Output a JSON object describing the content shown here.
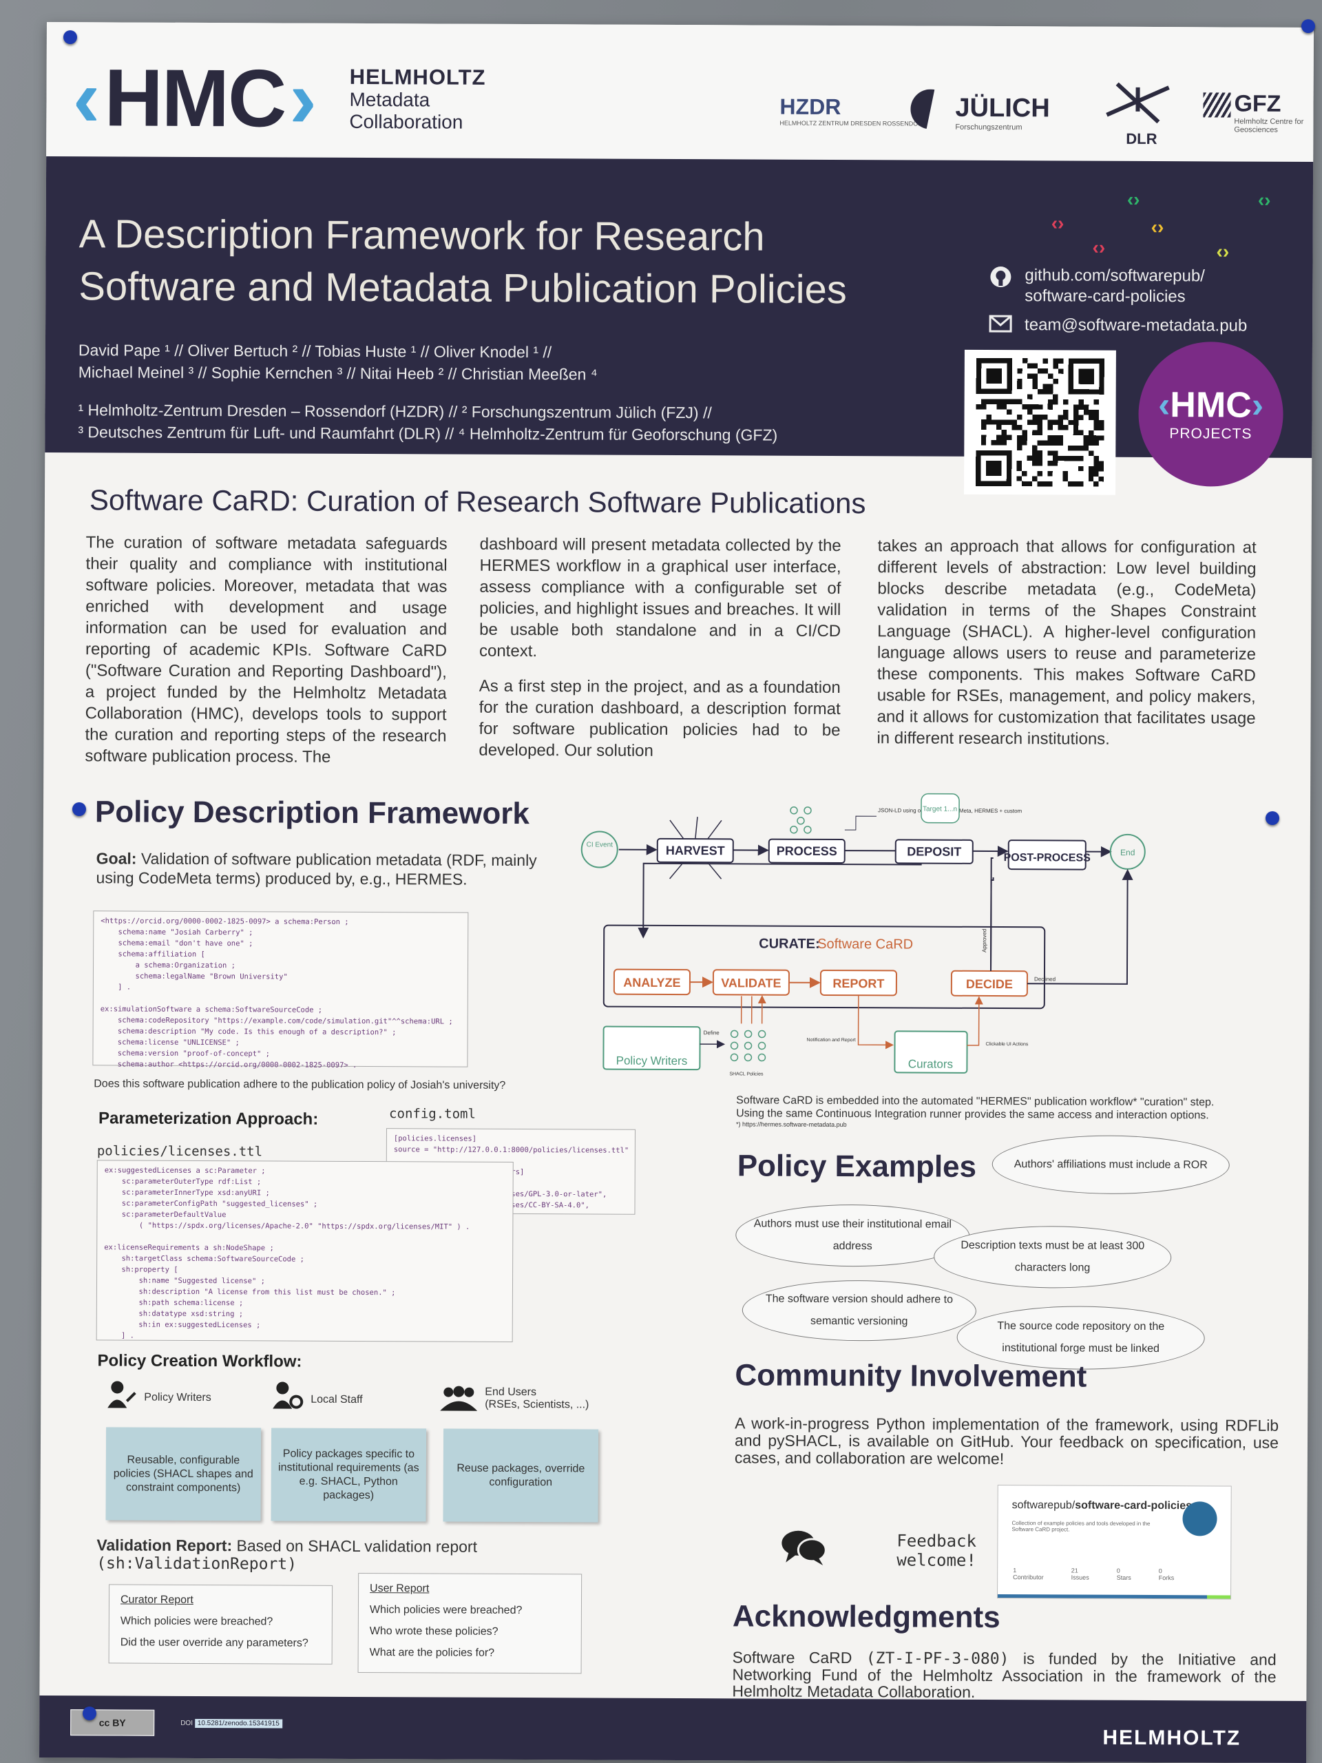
{
  "logo": {
    "hmc_mark": "HMC",
    "org_line1": "HELMHOLTZ",
    "org_line2": "Metadata",
    "org_line3": "Collaboration"
  },
  "partners": [
    {
      "name": "HZDR",
      "sub": "HELMHOLTZ ZENTRUM DRESDEN ROSSENDORF"
    },
    {
      "name": "JÜLICH",
      "sub": "Forschungszentrum"
    },
    {
      "name": "DLR",
      "sub": ""
    },
    {
      "name": "GFZ",
      "sub": "Helmholtz Centre for Geosciences"
    }
  ],
  "title": {
    "line1": "A Description Framework for Research",
    "line2": "Software and Metadata Publication Policies"
  },
  "authors": {
    "line1": "David Pape ¹ // Oliver Bertuch ² // Tobias Huste ¹ // Oliver Knodel ¹ //",
    "line2": "Michael Meinel ³ // Sophie Kernchen ³ // Nitai Heeb ² // Christian Meeßen ⁴"
  },
  "affiliations": {
    "line1": "¹ Helmholtz-Zentrum Dresden – Rossendorf (HZDR) // ² Forschungszentrum Jülich (FZJ) //",
    "line2": "³ Deutsches Zentrum für Luft- und Raumfahrt (DLR) // ⁴ Helmholtz-Zentrum für Geoforschung (GFZ)"
  },
  "contact": {
    "github_line1": "github.com/softwarepub/",
    "github_line2": "software-card-policies",
    "email": "team@software-metadata.pub"
  },
  "badge": {
    "mark": "HMC",
    "label": "PROJECTS"
  },
  "intro": {
    "heading": "Software CaRD: Curation of Research Software Publications",
    "col1": "The curation of software metadata safeguards their quality and compliance with institutional software policies. Moreover, metadata that was enriched with development and usage information can be used for evaluation and reporting of academic KPIs. Software CaRD (\"Software Curation and Reporting Dashboard\"), a project funded by the Helmholtz Metadata Collaboration (HMC), develops tools to support the curation and reporting steps of the research software publication process. The",
    "col2a": "dashboard will present metadata collected by the HERMES workflow in a graphical user interface, assess compliance with a configurable set of policies, and highlight issues and breaches. It will be usable both standalone and in a CI/CD context.",
    "col2b": "As a first step in the project, and as a foundation for the curation dashboard, a description format for software publication policies had to be developed. Our solution",
    "col3": "takes an approach that allows for configuration at different levels of abstraction: Low level building blocks describe metadata (e.g., CodeMeta) validation in terms of the Shapes Constraint Language (SHACL). A higher-level configuration language allows users to reuse and parameterize these components. This makes Software CaRD usable for RSEs, management, and policy makers, and it allows for customization that facilitates usage in different research institutions."
  },
  "framework": {
    "heading": "Policy Description Framework",
    "goal_label": "Goal:",
    "goal_text": "Validation of software publication metadata (RDF, mainly using CodeMeta terms) produced by, e.g., HERMES.",
    "rdf_code": "<https://orcid.org/0000-0002-1825-0097> a schema:Person ;\n    schema:name \"Josiah Carberry\" ;\n    schema:email \"don't have one\" ;\n    schema:affiliation [\n        a schema:Organization ;\n        schema:legalName \"Brown University\"\n    ] .\n\nex:simulationSoftware a schema:SoftwareSourceCode ;\n    schema:codeRepository \"https://example.com/code/simulation.git\"^^schema:URL ;\n    schema:description \"My code. Is this enough of a description?\" ;\n    schema:license \"UNLICENSE\" ;\n    schema:version \"proof-of-concept\" ;\n    schema:author <https://orcid.org/0000-0002-1825-0097> .",
    "question": "Does this software publication adhere to the publication policy of Josiah's university?"
  },
  "param": {
    "heading": "Parameterization Approach:",
    "file1": "policies/licenses.ttl",
    "file2": "config.toml",
    "code1": "ex:suggestedLicenses a sc:Parameter ;\n    sc:parameterOuterType rdf:List ;\n    sc:parameterInnerType xsd:anyURI ;\n    sc:parameterConfigPath \"suggested_licenses\" ;\n    sc:parameterDefaultValue\n        ( \"https://spdx.org/licenses/Apache-2.0\" \"https://spdx.org/licenses/MIT\" ) .\n\nex:licenseRequirements a sh:NodeShape ;\n    sh:targetClass schema:SoftwareSourceCode ;\n    sh:property [\n        sh:name \"Suggested license\" ;\n        sh:description \"A license from this list must be chosen.\" ;\n        sh:path schema:license ;\n        sh:datatype xsd:string ;\n        sh:in ex:suggestedLicenses ;\n    ] .",
    "code2": "[policies.licenses]\nsource = \"http://127.0.0.1:8000/policies/licenses.ttl\"\n\n[policies.licenses.parameters]\nsuggested_licenses = [\n    \"https://spdx.org/licenses/GPL-3.0-or-later\",\n    \"https://spdx.org/licenses/CC-BY-SA-4.0\",\n]"
  },
  "workflow": {
    "heading": "Policy Creation Workflow:",
    "roles": [
      {
        "label": "Policy Writers",
        "sub": "",
        "card": "Reusable, configurable policies (SHACL shapes and constraint components)"
      },
      {
        "label": "Local Staff",
        "sub": "",
        "card": "Policy packages specific to institutional requirements (as e.g. SHACL, Python packages)"
      },
      {
        "label": "End Users",
        "sub": "(RSEs, Scientists, ...)",
        "card": "Reuse packages, override configuration"
      }
    ]
  },
  "validation": {
    "heading_bold": "Validation Report:",
    "heading_text": "Based on SHACL validation report",
    "heading_code": "(sh:ValidationReport)",
    "curator_title": "Curator Report",
    "curator_items": [
      "Which policies were breached?",
      "Did the user override any parameters?"
    ],
    "user_title": "User Report",
    "user_items": [
      "Which policies were breached?",
      "Who wrote these policies?",
      "What are the policies for?"
    ]
  },
  "diagram": {
    "ci_event": "CI Event",
    "harvest": "HARVEST",
    "process": "PROCESS",
    "deposit": "DEPOSIT",
    "postprocess": "POST-PROCESS",
    "end": "End",
    "target": "Target 1...n",
    "jsonld_note": "JSON-LD using ontologies: CodeMeta, HERMES + custom",
    "curate_label": "CURATE:",
    "curate_name": "Software CaRD",
    "analyze": "ANALYZE",
    "validate": "VALIDATE",
    "report": "REPORT",
    "decide": "DECIDE",
    "approved": "Approved",
    "declined": "Declined",
    "define": "Define",
    "shacl": "SHACL Policies",
    "notification": "Notification and Report",
    "clickable": "Clickable UI Actions",
    "policy_writers": "Policy Writers",
    "curators": "Curators",
    "caption1": "Software CaRD is embedded into the automated \"HERMES\" publication workflow* \"curation\" step.",
    "caption2": "Using the same Continuous Integration runner provides the same access and interaction options.",
    "footnote": "*) https://hermes.software-metadata.pub"
  },
  "examples": {
    "heading": "Policy Examples",
    "bubbles": [
      "Authors' affiliations must include a ROR",
      "Authors must use their institutional email address",
      "Description texts must be at least 300 characters long",
      "The software version should adhere to semantic versioning",
      "The source code repository on the institutional forge must be linked"
    ]
  },
  "community": {
    "heading": "Community Involvement",
    "text": "A work-in-progress Python implementation of the framework, using RDFLib and pySHACL, is available on GitHub. Your feedback on specification, use cases, and collaboration are welcome!",
    "feedback_line1": "Feedback",
    "feedback_line2": "welcome!",
    "repo_owner": "softwarepub/",
    "repo_name": "software-card-policies",
    "repo_desc": "Collection of example policies and tools developed in the Software CaRD project.",
    "repo_stats": [
      "1",
      "21",
      "0",
      "0"
    ],
    "repo_stat_labels": [
      "Contributor",
      "Issues",
      "Stars",
      "Forks"
    ]
  },
  "ack": {
    "heading": "Acknowledgments",
    "text_before": "Software CaRD",
    "grant": "(ZT-I-PF-3-080)",
    "text_after": "is funded by the Initiative and Networking Fund of the Helmholtz Association in the framework of the Helmholtz Metadata Collaboration."
  },
  "footer": {
    "license": "cc BY",
    "doi_label": "DOI",
    "doi": "10.5281/zenodo.15341915",
    "brand": "HELMHOLTZ"
  },
  "colors": {
    "navy": "#2d2b44",
    "purple": "#7b2b86",
    "hmc_blue": "#4aa3d8",
    "diagram_orange": "#c8663a",
    "diagram_green": "#4f9a7d"
  }
}
